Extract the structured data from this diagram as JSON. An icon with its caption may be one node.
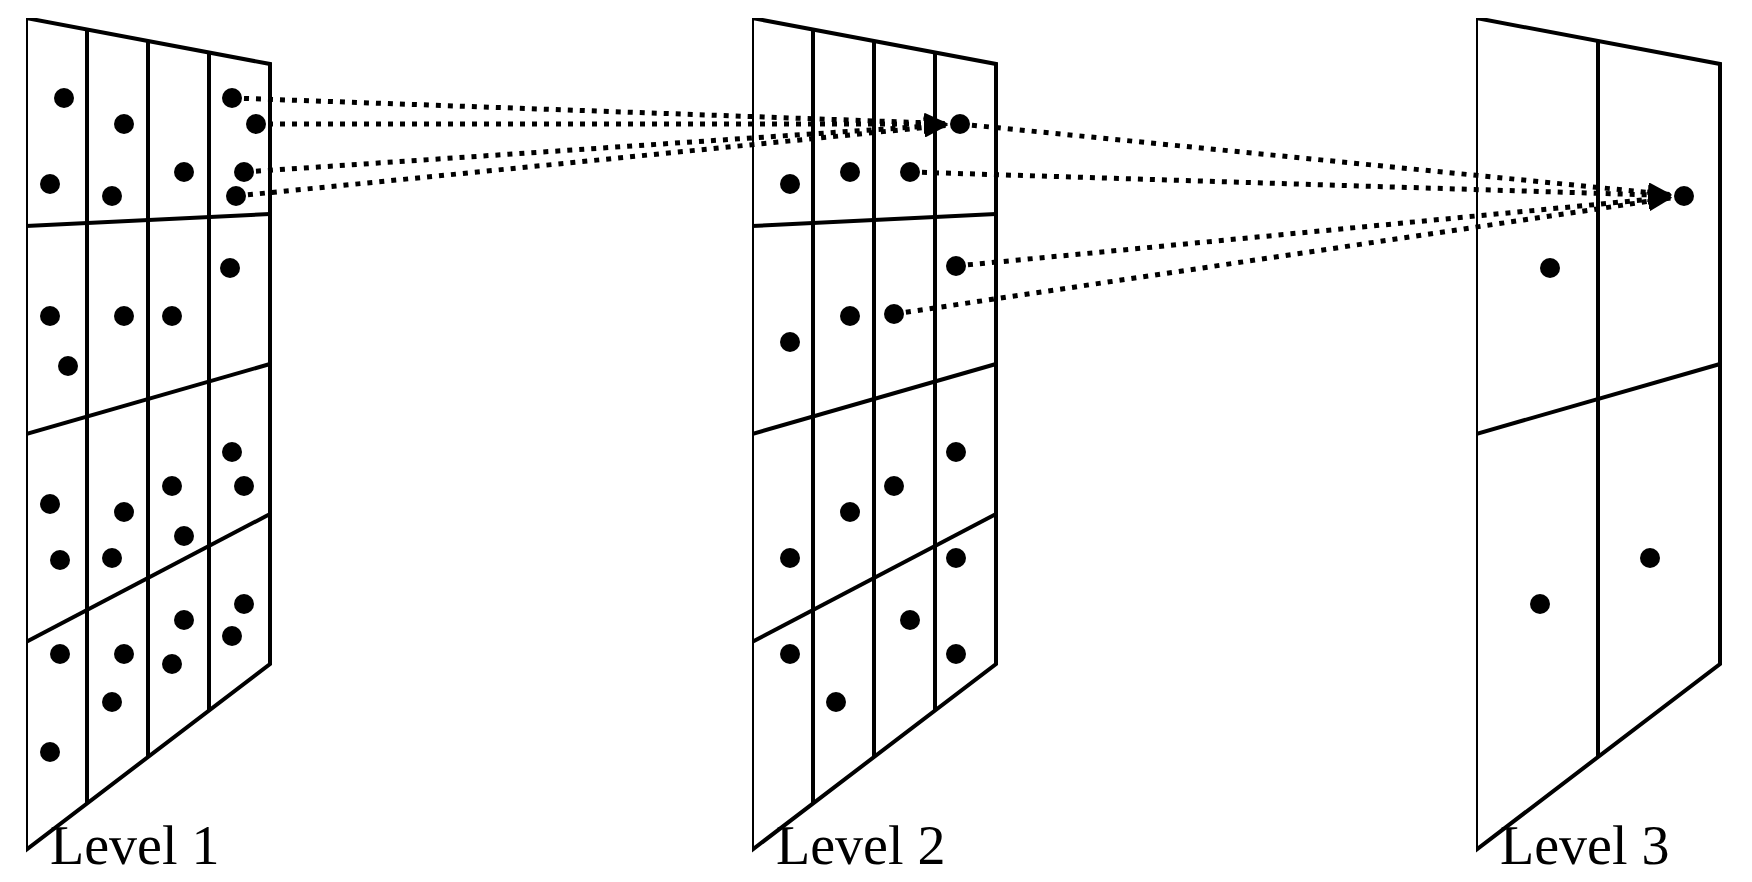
{
  "diagram": {
    "nodes": [
      {
        "text": [
          "Level 1"
        ]
      },
      {
        "text": [],
        "shape": "circle",
        "in": 0
      },
      {
        "text": [],
        "shape": "circle",
        "in": 0
      },
      {
        "text": [],
        "shape": "circle",
        "in": 0
      },
      {
        "text": [],
        "shape": "circle",
        "in": 0
      },
      {
        "text": [
          "Level 2"
        ]
      },
      {
        "text": [],
        "shape": "circle",
        "in": 5
      },
      {
        "text": [],
        "shape": "circle",
        "in": 5
      },
      {
        "text": [],
        "shape": "circle",
        "in": 5
      },
      {
        "text": [],
        "shape": "circle",
        "in": 5
      },
      {
        "text": [
          "Level 3"
        ]
      },
      {
        "text": [],
        "shape": "circle",
        "in": 10
      }
    ],
    "edges": [
      {
        "from": 1,
        "to": 6,
        "arrow": "to"
      },
      {
        "from": 2,
        "to": 6,
        "arrow": "to"
      },
      {
        "from": 3,
        "to": 6,
        "arrow": "to"
      },
      {
        "from": 4,
        "to": 6,
        "arrow": "to"
      },
      {
        "from": 6,
        "to": 11,
        "arrow": "to"
      },
      {
        "from": 7,
        "to": 11,
        "arrow": "to"
      },
      {
        "from": 8,
        "to": 11,
        "arrow": "to"
      },
      {
        "from": 9,
        "to": 11,
        "arrow": "to"
      }
    ]
  }
}
